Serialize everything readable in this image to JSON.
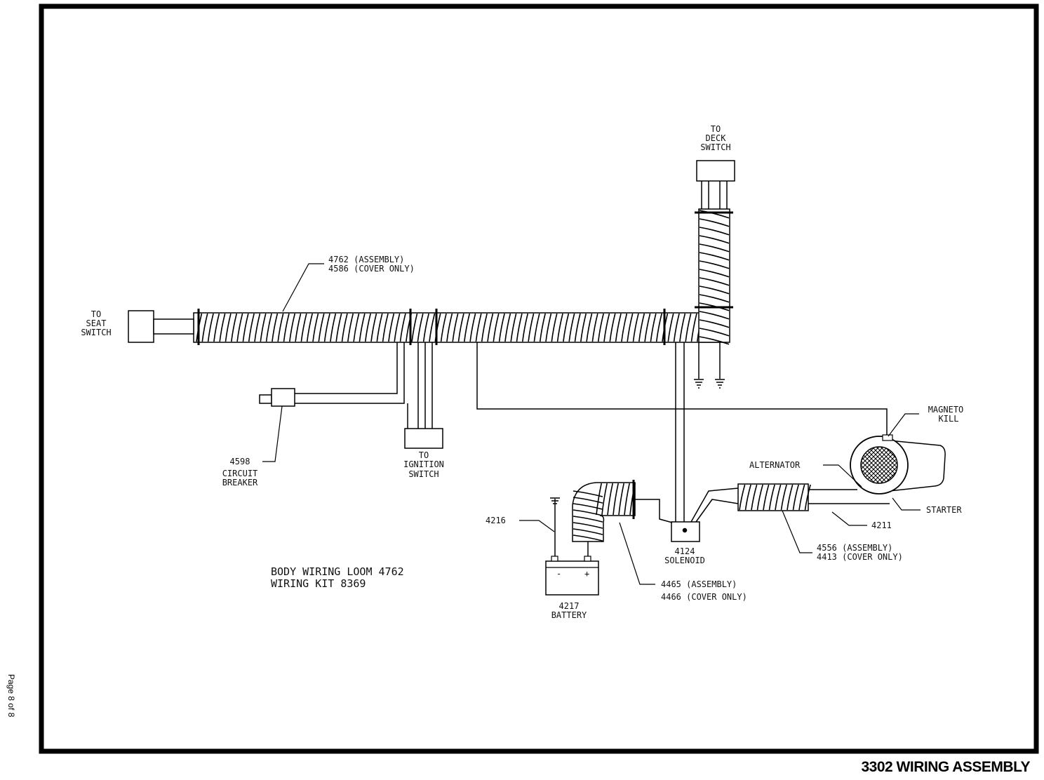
{
  "footer": {
    "title": "3302 WIRING ASSEMBLY",
    "page": "Page 8 of 8"
  },
  "labels": {
    "deck_switch": [
      "TO",
      "DECK",
      "SWITCH"
    ],
    "seat_switch": [
      "TO",
      "SEAT",
      "SWITCH"
    ],
    "loom_callout": [
      "4762 (ASSEMBLY)",
      "4586 (COVER ONLY)"
    ],
    "circuit_breaker": [
      "4598",
      "CIRCUIT",
      "BREAKER"
    ],
    "ignition_switch": [
      "TO",
      "IGNITION",
      "SWITCH"
    ],
    "magneto": [
      "MAGNETO",
      "KILL"
    ],
    "alternator": "ALTERNATOR",
    "starter": "STARTER",
    "part_4211": "4211",
    "part_4216": "4216",
    "solenoid": [
      "4124",
      "SOLENOID"
    ],
    "battery": [
      "4217",
      "BATTERY"
    ],
    "battery_terminals": [
      "-",
      "+"
    ],
    "cover_4556": [
      "4556 (ASSEMBLY)",
      "4413 (COVER ONLY)"
    ],
    "cover_4465": [
      "4465 (ASSEMBLY)",
      "4466 (COVER ONLY)"
    ],
    "kit_title": [
      "BODY WIRING LOOM 4762",
      "WIRING KIT 8369"
    ]
  }
}
